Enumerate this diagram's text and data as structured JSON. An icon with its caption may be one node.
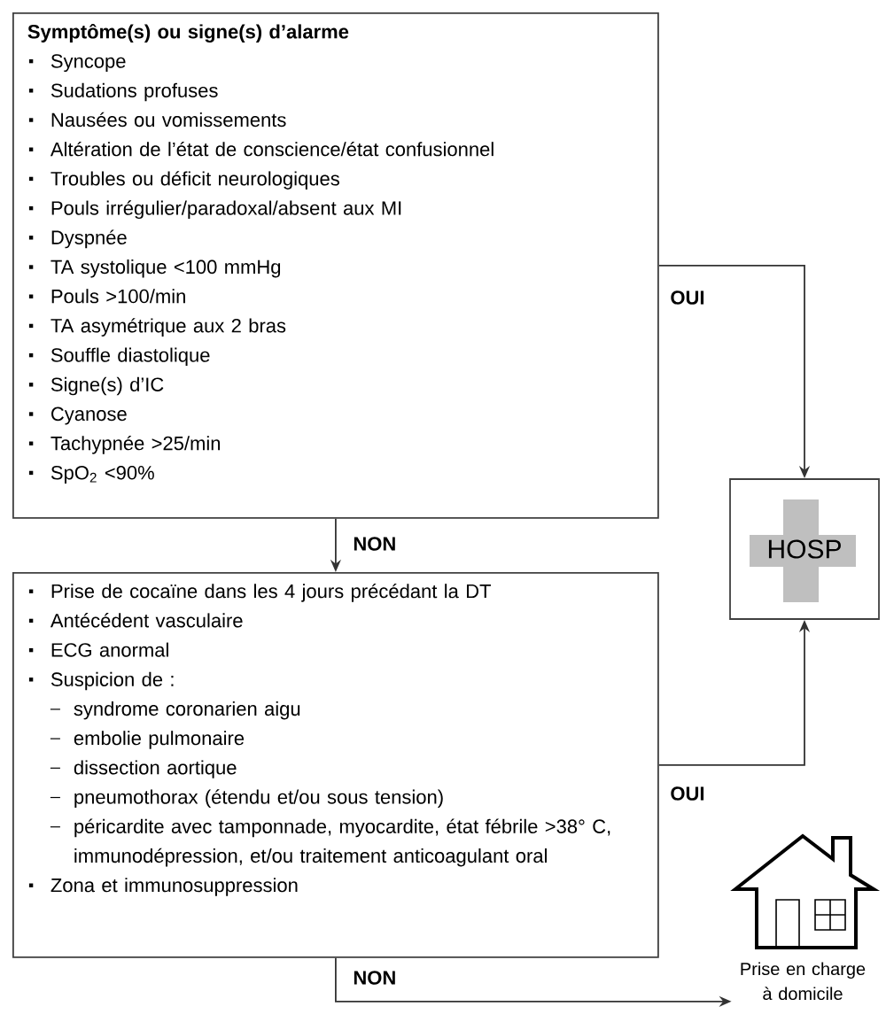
{
  "diagram": {
    "nodes": [
      {
        "text": [
          "Symptôme(s) ou signe(s) d’alarme",
          "Syncope",
          "Sudations profuses",
          "Nausées ou vomissements",
          "Altération de l’état de conscience/état confusionnel",
          "Troubles ou déficit neurologiques",
          "Pouls irrégulier/paradoxal/absent aux MI",
          "Dyspnée",
          "TA systolique <100 mmHg",
          "Pouls >100/min",
          "TA asymétrique aux 2 bras",
          "Souffle diastolique",
          "Signe(s) d’IC",
          "Cyanose",
          "Tachypnée >25/min",
          "SpO$_{2}$ <90%"
        ]
      },
      {
        "text": [
          "Prise de cocaïne dans les 4 jours précédant la DT",
          "Antécédent vasculaire",
          "ECG anormal",
          "Suspicion de :",
          "syndrome coronarien aigu",
          "embolie pulmonaire",
          "dissection aortique",
          "pneumothorax (étendu et/ou sous tension)",
          "péricardite avec tamponnade, myocardite, état fébrile >38° C, immunodépression, et/ou traitement anticoagulant oral",
          "Zona et immunosuppression"
        ]
      },
      {
        "text": [
          "HOSP"
        ]
      },
      {
        "text": [],
        "shape": "house",
        "beside": [
          "Prise en charge à domicile"
        ]
      }
    ],
    "edges": [
      {
        "from": 0,
        "to": 2,
        "arrow": "to",
        "label": "OUI"
      },
      {
        "from": 0,
        "to": 1,
        "arrow": "to",
        "label": "NON"
      },
      {
        "from": 1,
        "to": 2,
        "arrow": "to",
        "label": "OUI"
      },
      {
        "from": 1,
        "to": 3,
        "arrow": "to",
        "label": "NON"
      }
    ]
  }
}
